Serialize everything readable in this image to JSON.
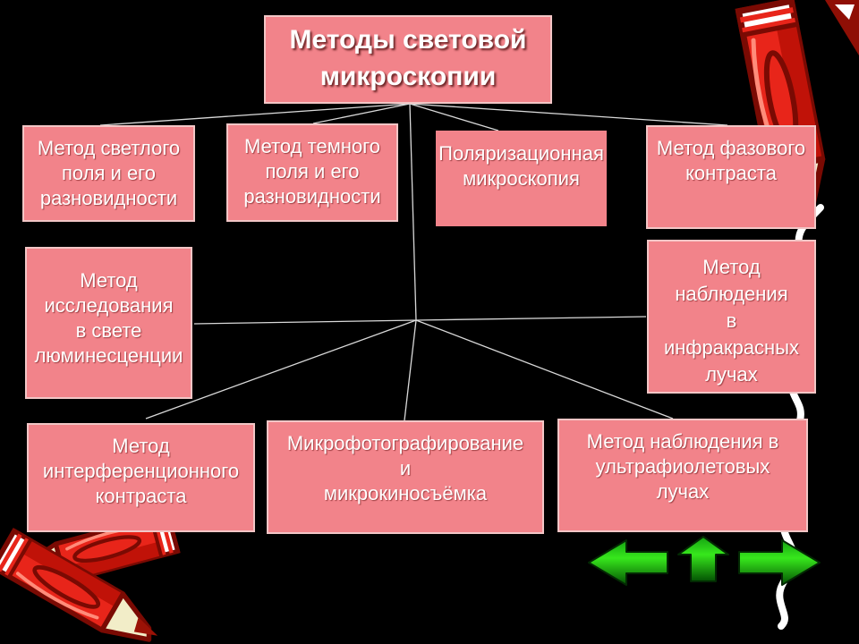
{
  "slide": {
    "title": "Методы световой\nмикроскопии",
    "boxes": [
      {
        "id": "bright-field",
        "label": "Метод светлого\nполя и его\nразновидности"
      },
      {
        "id": "dark-field",
        "label": "Метод темного\nполя и его\nразновидности"
      },
      {
        "id": "polarization",
        "label": "Поляризационная\nмикроскопия"
      },
      {
        "id": "phase-contrast",
        "label": "Метод фазового\nконтраста"
      },
      {
        "id": "luminescence",
        "label": "Метод\nисследования\nв свете\nлюминесценции"
      },
      {
        "id": "infrared",
        "label": "Метод\nнаблюдения\nв\nинфракрасных\nлучах"
      },
      {
        "id": "interference",
        "label": "Метод\nинтерференционного\nконтраста"
      },
      {
        "id": "microphotography",
        "label": "Микрофотографирование\nи\nмикрокиносъёмка"
      },
      {
        "id": "ultraviolet",
        "label": "Метод наблюдения в\nультрафиолетовых\nлучах"
      }
    ],
    "nav_arrows": [
      {
        "icon": "arrow-left-icon",
        "action": "back"
      },
      {
        "icon": "arrow-up-icon",
        "action": "home"
      },
      {
        "icon": "arrow-right-icon",
        "action": "forward"
      }
    ],
    "decorations": [
      {
        "icon": "red-crayon-icon",
        "position": "top-right"
      },
      {
        "icon": "crossed-red-crayons-icon",
        "position": "bottom-left"
      },
      {
        "icon": "wavy-line",
        "position": "right-edge"
      }
    ],
    "colors": {
      "background": "#000000",
      "box_fill": "#F2838A",
      "box_border": "#F2C6C6",
      "box_text": "#FFFFFF",
      "connector": "#D9D9D9",
      "arrow_green_light": "#37E81C",
      "arrow_green_dark": "#035203",
      "crayon_red": "#E8251A",
      "crayon_outline": "#7A0A03",
      "crayon_tip": "#F2EDC8"
    }
  }
}
